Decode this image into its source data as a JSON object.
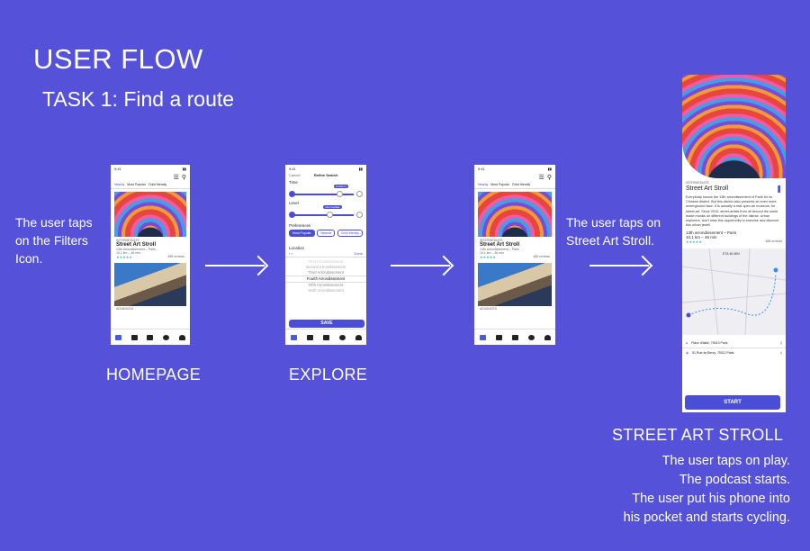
{
  "title": "USER FLOW",
  "subtitle": "TASK 1: Find a route",
  "notes": {
    "filters": "The user taps on the Filters Icon.",
    "street_art": "The user taps on Street Art Stroll.",
    "final_line1": "The user taps on play.",
    "final_line2": "The podcast starts.",
    "final_line3": "The user put his phone into",
    "final_line4": "his pocket and starts cycling."
  },
  "screen_labels": {
    "homepage": "HOMEPAGE",
    "explore": "EXPLORE",
    "street_art_stroll": "STREET ART STROLL"
  },
  "phone": {
    "time": "9:41",
    "tabs": [
      "Nearby",
      "Most Popular",
      "Child friendly"
    ],
    "card_kicker": "INTERMEDIATE",
    "card_title": "Street Art Stroll",
    "card_location": "13th arrondissement – Paris",
    "card_meta": "10,1 km – 46 min",
    "card_reviews": "488 reviews",
    "card2_kicker": "ADVANCED",
    "nav": [
      "Explore",
      "My Team",
      "Analytics",
      "Add a Route",
      "My Profile"
    ]
  },
  "explore": {
    "cancel": "Cancel",
    "header": "Refine Search",
    "time_label": "Time",
    "time_value": "1h30min",
    "level_label": "Level",
    "level_value": "Intermediate",
    "preferences_label": "Preferences",
    "preferences": [
      "Most Popular",
      "Nearest",
      "Child friendly"
    ],
    "location_label": "Location",
    "done": "Done",
    "locations": [
      "First Arrondissement",
      "Second Arrondissement",
      "Third Arrondissement",
      "Fourth Arrondissement",
      "Fifth Arrondissement",
      "Sixth Arrondissement"
    ],
    "save": "SAVE"
  },
  "detail": {
    "kicker": "INTERMEDIATE",
    "title": "Street Art Stroll",
    "description": "Everybody knows the 13th arrondissement of Paris for its Chinese district. But this district also presents an even more underground face. It is actually a real open-air museum, for street-art. Since 2010, street-artists from all around the world made murals on different buildings of the district. Urban explorers, don't miss this opportunity to exercise and discover this urban jewel!",
    "location": "13th arrondissement – Paris",
    "meta": "10,1 km – 46 min",
    "reviews": "488 reviews",
    "map_label": "ETA 46 MIN",
    "start_point": "Place d'Italie, 75013 Paris",
    "end_point": "51 Rue de Bercy, 75012 Paris",
    "start_button": "START"
  }
}
